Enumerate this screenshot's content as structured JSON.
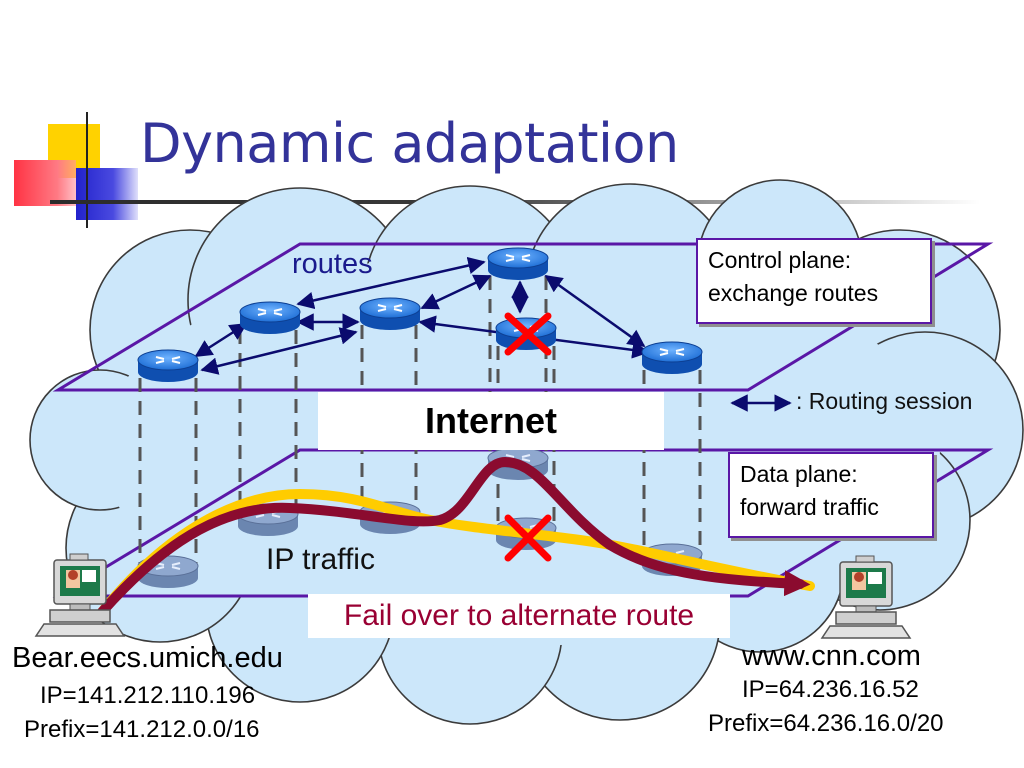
{
  "slide": {
    "title": "Dynamic adaptation"
  },
  "labels": {
    "routes": "routes",
    "internet": "Internet",
    "ip_traffic": "IP traffic",
    "fail_over": "Fail over to alternate route",
    "legend": ": Routing session"
  },
  "control_plane": {
    "line1": "Control plane:",
    "line2": "exchange routes"
  },
  "data_plane": {
    "line1": "Data plane:",
    "line2": "forward traffic"
  },
  "hosts": {
    "left": {
      "name": "Bear.eecs.umich.edu",
      "ip": "IP=141.212.110.196",
      "prefix": "Prefix=141.212.0.0/16"
    },
    "right": {
      "name": "www.cnn.com",
      "ip": "IP=64.236.16.52",
      "prefix": "Prefix=64.236.16.0/20"
    }
  },
  "colors": {
    "title": "#333399",
    "cloud": "#cce7fa",
    "plane_border": "#5a17a6",
    "router": "#1f6fd6",
    "session_arrow": "#0b0b6e",
    "traffic_primary": "#8b0b2f",
    "traffic_alternate": "#ffcc00",
    "failure_mark": "#ff0000",
    "fail_over_text": "#990033"
  },
  "icons": [
    "router-icon",
    "failure-x-icon",
    "computer-icon",
    "double-arrow-icon"
  ]
}
